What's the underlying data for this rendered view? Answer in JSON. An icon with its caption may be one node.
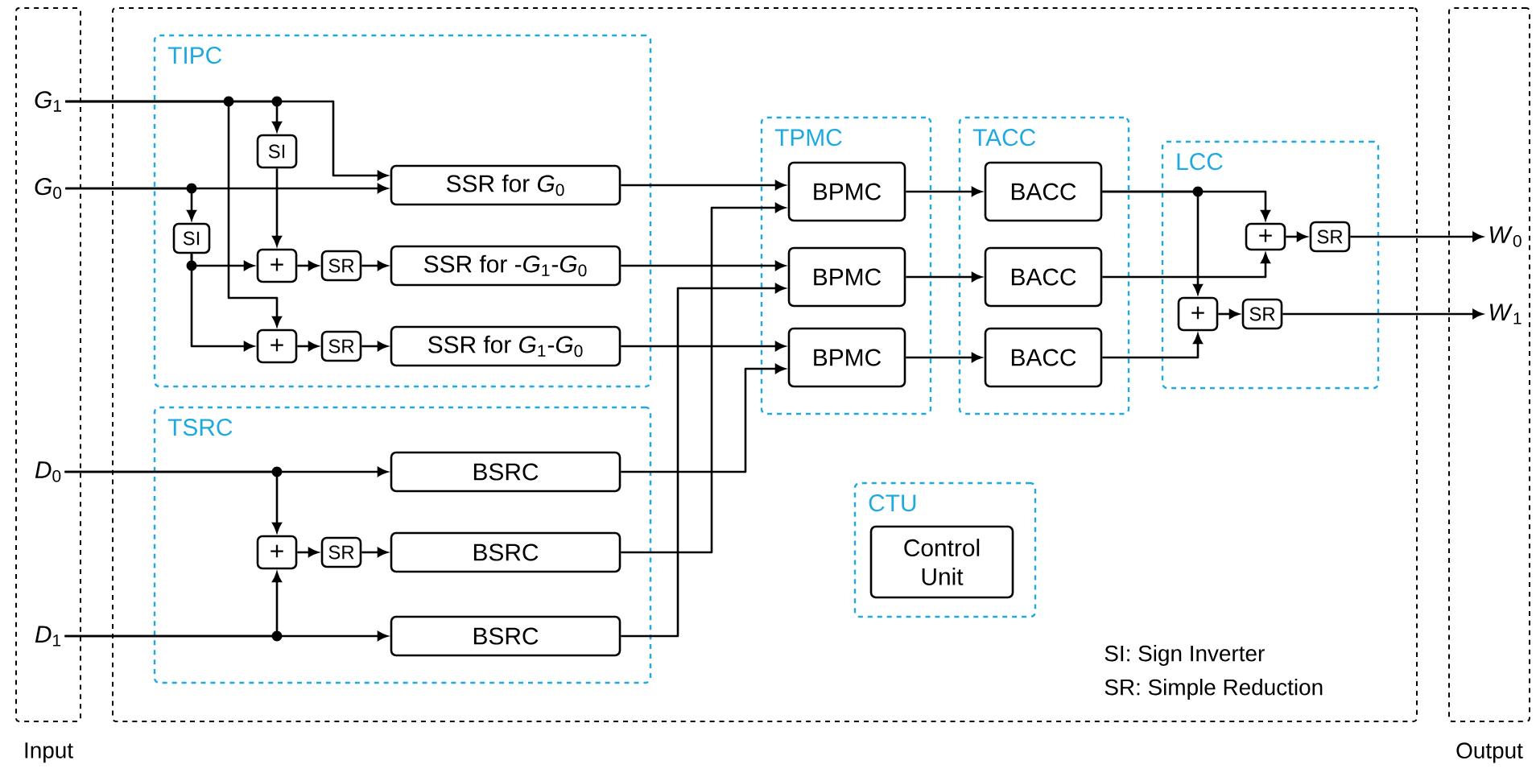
{
  "diagram": {
    "nodes": [
      {
        "text": [
          "Input"
        ]
      },
      {
        "text": [],
        "shape": "box"
      },
      {
        "text": [
          "Output"
        ]
      },
      {
        "text": [
          "TIPC"
        ],
        "in": 1
      },
      {
        "text": [
          "TSRC"
        ],
        "in": 1
      },
      {
        "text": [
          "TPMC"
        ],
        "in": 1
      },
      {
        "text": [
          "TACC"
        ],
        "in": 1
      },
      {
        "text": [
          "LCC"
        ],
        "in": 1
      },
      {
        "text": [
          "CTU"
        ],
        "in": 1
      },
      {
        "text": [
          "*G*$_{1}$"
        ],
        "in": 0
      },
      {
        "text": [
          "*G*$_{0}$"
        ],
        "in": 0
      },
      {
        "text": [
          "*D*$_{0}$"
        ],
        "in": 0
      },
      {
        "text": [
          "*D*$_{1}$"
        ],
        "in": 0
      },
      {
        "text": [
          "SI"
        ],
        "in": 3
      },
      {
        "text": [
          "SI"
        ],
        "in": 3
      },
      {
        "text": [
          "SSR for *G*$_{0}$"
        ],
        "in": 3
      },
      {
        "text": [
          "+"
        ],
        "in": 3
      },
      {
        "text": [
          "SR"
        ],
        "in": 3
      },
      {
        "text": [
          "SSR for -*G*$_{1}$-*G*$_{0}$"
        ],
        "in": 3
      },
      {
        "text": [
          "+"
        ],
        "in": 3
      },
      {
        "text": [
          "SR"
        ],
        "in": 3
      },
      {
        "text": [
          "SSR for *G*$_{1}$-*G*$_{0}$"
        ],
        "in": 3
      },
      {
        "text": [
          "BSRC"
        ],
        "in": 4
      },
      {
        "text": [
          "+"
        ],
        "in": 4
      },
      {
        "text": [
          "SR"
        ],
        "in": 4
      },
      {
        "text": [
          "BSRC"
        ],
        "in": 4
      },
      {
        "text": [
          "BSRC"
        ],
        "in": 4
      },
      {
        "text": [
          "BPMC"
        ],
        "in": 5
      },
      {
        "text": [
          "BPMC"
        ],
        "in": 5
      },
      {
        "text": [
          "BPMC"
        ],
        "in": 5
      },
      {
        "text": [
          "BACC"
        ],
        "in": 6
      },
      {
        "text": [
          "BACC"
        ],
        "in": 6
      },
      {
        "text": [
          "BACC"
        ],
        "in": 6
      },
      {
        "text": [
          "+"
        ],
        "in": 7
      },
      {
        "text": [
          "SR"
        ],
        "in": 7
      },
      {
        "text": [
          "+"
        ],
        "in": 7
      },
      {
        "text": [
          "SR"
        ],
        "in": 7
      },
      {
        "text": [
          "Control Unit"
        ],
        "in": 8
      },
      {
        "text": [
          "*W*$_{0}$"
        ],
        "in": 2
      },
      {
        "text": [
          "*W*$_{1}$"
        ],
        "in": 2
      }
    ],
    "edges": [
      {
        "from": 9,
        "to": 15,
        "arrow": "to"
      },
      {
        "from": 9,
        "to": 13,
        "arrow": "to"
      },
      {
        "from": 9,
        "to": 19,
        "arrow": "to"
      },
      {
        "from": 13,
        "to": 16,
        "arrow": "to"
      },
      {
        "from": 10,
        "to": 15,
        "arrow": "to"
      },
      {
        "from": 10,
        "to": 14,
        "arrow": "to"
      },
      {
        "from": 14,
        "to": 16,
        "arrow": "to"
      },
      {
        "from": 14,
        "to": 19,
        "arrow": "to"
      },
      {
        "from": 16,
        "to": 17,
        "arrow": "to"
      },
      {
        "from": 17,
        "to": 18,
        "arrow": "to"
      },
      {
        "from": 19,
        "to": 20,
        "arrow": "to"
      },
      {
        "from": 20,
        "to": 21,
        "arrow": "to"
      },
      {
        "from": 11,
        "to": 22,
        "arrow": "to"
      },
      {
        "from": 11,
        "to": 23,
        "arrow": "to"
      },
      {
        "from": 12,
        "to": 26,
        "arrow": "to"
      },
      {
        "from": 12,
        "to": 23,
        "arrow": "to"
      },
      {
        "from": 23,
        "to": 24,
        "arrow": "to"
      },
      {
        "from": 24,
        "to": 25,
        "arrow": "to"
      },
      {
        "from": 15,
        "to": 27,
        "arrow": "to"
      },
      {
        "from": 18,
        "to": 28,
        "arrow": "to"
      },
      {
        "from": 21,
        "to": 29,
        "arrow": "to"
      },
      {
        "from": 25,
        "to": 27,
        "arrow": "to"
      },
      {
        "from": 26,
        "to": 28,
        "arrow": "to"
      },
      {
        "from": 22,
        "to": 29,
        "arrow": "to"
      },
      {
        "from": 27,
        "to": 30,
        "arrow": "to"
      },
      {
        "from": 28,
        "to": 31,
        "arrow": "to"
      },
      {
        "from": 29,
        "to": 32,
        "arrow": "to"
      },
      {
        "from": 30,
        "to": 33,
        "arrow": "to"
      },
      {
        "from": 30,
        "to": 35,
        "arrow": "to"
      },
      {
        "from": 31,
        "to": 33,
        "arrow": "to"
      },
      {
        "from": 32,
        "to": 35,
        "arrow": "to"
      },
      {
        "from": 33,
        "to": 34,
        "arrow": "to"
      },
      {
        "from": 35,
        "to": 36,
        "arrow": "to"
      },
      {
        "from": 34,
        "to": 38,
        "arrow": "to"
      },
      {
        "from": 36,
        "to": 39,
        "arrow": "to"
      }
    ],
    "labels": [
      "SI: Sign Inverter",
      "SR: Simple Reduction"
    ]
  }
}
